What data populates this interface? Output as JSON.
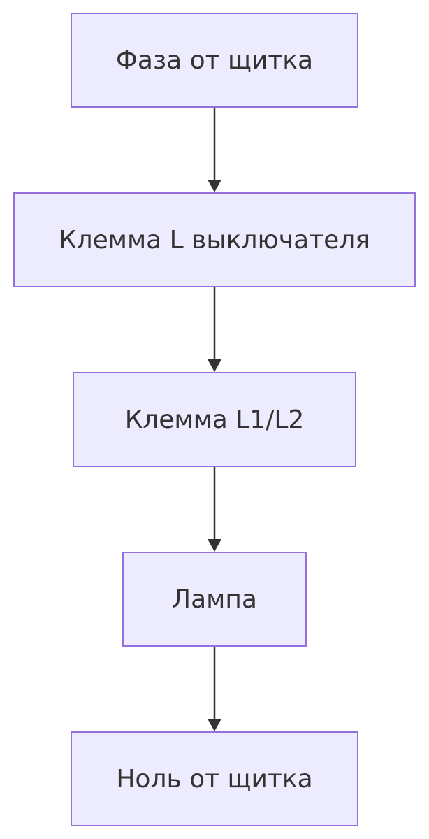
{
  "diagram": {
    "type": "flowchart",
    "direction": "top-to-bottom",
    "colors": {
      "node_fill": "#ececfe",
      "node_border": "#9370db",
      "text": "#333333",
      "edge": "#333333"
    },
    "nodes": [
      {
        "id": "n1",
        "label": "Фаза от щитка"
      },
      {
        "id": "n2",
        "label": "Клемма L выключателя"
      },
      {
        "id": "n3",
        "label": "Клемма L1/L2"
      },
      {
        "id": "n4",
        "label": "Лампа"
      },
      {
        "id": "n5",
        "label": "Ноль от щитка"
      }
    ],
    "edges": [
      {
        "from": "n1",
        "to": "n2"
      },
      {
        "from": "n2",
        "to": "n3"
      },
      {
        "from": "n3",
        "to": "n4"
      },
      {
        "from": "n4",
        "to": "n5"
      }
    ]
  }
}
